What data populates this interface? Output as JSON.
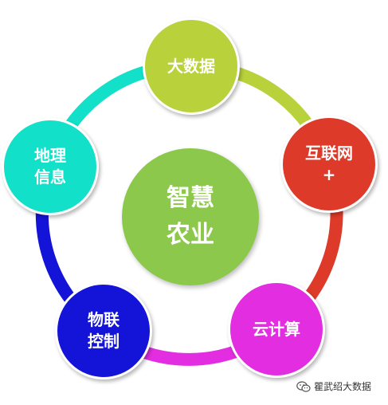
{
  "center": {
    "line1": "智慧",
    "line2": "农业",
    "color": "#8cc84b"
  },
  "nodes": [
    {
      "id": "data",
      "line1": "大数据",
      "line2": "",
      "color": "#b9d23c"
    },
    {
      "id": "net",
      "line1": "互联网",
      "line2": "+",
      "color": "#de3a2a"
    },
    {
      "id": "cloud",
      "line1": "云计算",
      "line2": "",
      "color": "#e22ee0"
    },
    {
      "id": "iot",
      "line1": "物联",
      "line2": "控制",
      "color": "#1414d8"
    },
    {
      "id": "geo",
      "line1": "地理",
      "line2": "信息",
      "color": "#13e0c8"
    }
  ],
  "arcs": [
    {
      "from": "data",
      "to": "net",
      "color": "#b9d23c"
    },
    {
      "from": "net",
      "to": "cloud",
      "color": "#de3a2a"
    },
    {
      "from": "cloud",
      "to": "iot",
      "color": "#e22ee0"
    },
    {
      "from": "iot",
      "to": "geo",
      "color": "#1414d8"
    },
    {
      "from": "geo",
      "to": "data",
      "color": "#13e0c8"
    }
  ],
  "watermark": {
    "text": "瞿武绍大数据",
    "icon": "wechat-icon"
  }
}
